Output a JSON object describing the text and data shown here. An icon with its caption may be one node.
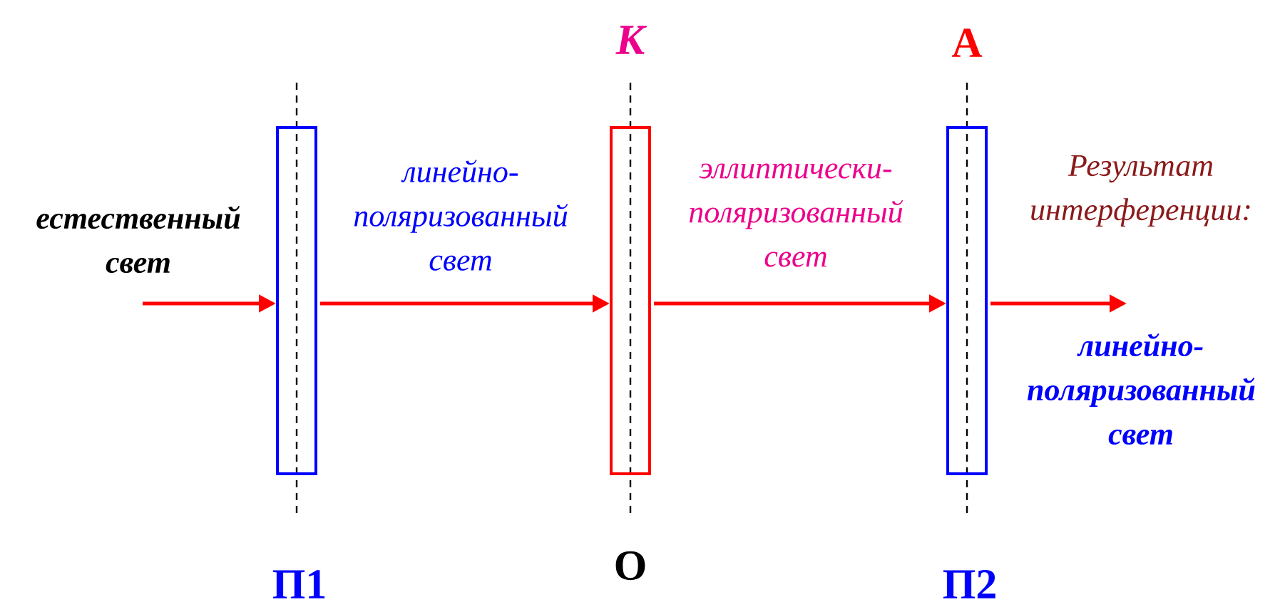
{
  "diagram": {
    "nodes": [
      {
        "text": [
          "П1"
        ]
      },
      {
        "text": [
          "К",
          "О"
        ]
      },
      {
        "text": [
          "А",
          "П2"
        ]
      }
    ],
    "edges": [
      {
        "from": null,
        "to": 0,
        "arrow": "to",
        "label": "естественный свет"
      },
      {
        "from": 0,
        "to": 1,
        "arrow": "to",
        "label": "линейно-поляризованный свет"
      },
      {
        "from": 1,
        "to": 2,
        "arrow": "to",
        "label": "эллиптически-поляризованный свет"
      },
      {
        "from": 2,
        "to": null,
        "arrow": "to",
        "label": "линейно-поляризованный свет"
      }
    ],
    "labels": [
      "Результат интерференции:"
    ]
  }
}
